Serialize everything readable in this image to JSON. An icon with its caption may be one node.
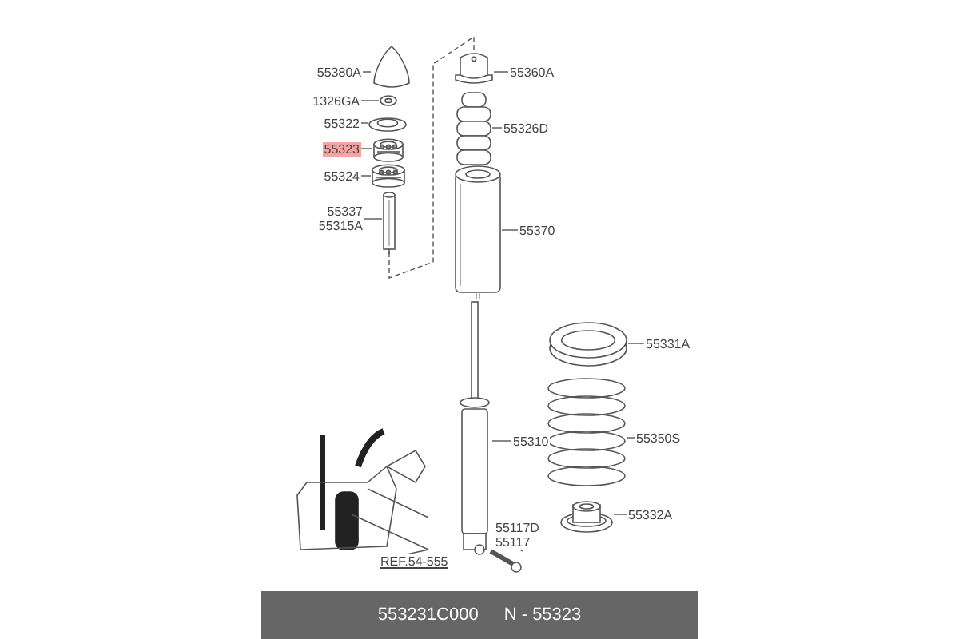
{
  "diagram": {
    "nodes": [
      {
        "text": [
          "55380A"
        ]
      },
      {
        "text": [
          "1326GA"
        ]
      },
      {
        "text": [
          "55322"
        ]
      },
      {
        "text": [
          "55323"
        ]
      },
      {
        "text": [
          "55324"
        ]
      },
      {
        "text": [
          "55337",
          "55315A"
        ]
      },
      {
        "text": [
          "55360A"
        ]
      },
      {
        "text": [
          "55326D"
        ]
      },
      {
        "text": [
          "55370"
        ]
      },
      {
        "text": [
          "55310"
        ]
      },
      {
        "text": [
          "55331A"
        ]
      },
      {
        "text": [
          "55350S"
        ]
      },
      {
        "text": [
          "55332A"
        ]
      },
      {
        "text": [
          "55117D",
          "55117"
        ]
      },
      {
        "text": [
          "REF.54-555"
        ]
      },
      {
        "text": [],
        "shape": "picture"
      },
      {
        "text": [],
        "shape": "picture"
      },
      {
        "text": [],
        "shape": "picture"
      },
      {
        "text": [],
        "shape": "picture"
      },
      {
        "text": [],
        "shape": "picture"
      },
      {
        "text": [],
        "shape": "picture"
      },
      {
        "text": [],
        "shape": "picture"
      },
      {
        "text": [],
        "shape": "picture"
      },
      {
        "text": [],
        "shape": "picture"
      },
      {
        "text": [],
        "shape": "picture"
      },
      {
        "text": [],
        "shape": "picture"
      },
      {
        "text": [],
        "shape": "picture"
      },
      {
        "text": [],
        "shape": "picture"
      },
      {
        "text": [],
        "shape": "picture"
      },
      {
        "text": [],
        "shape": "picture"
      }
    ],
    "edges": [
      {
        "from": 0,
        "to": 15,
        "arrow": "none"
      },
      {
        "from": 1,
        "to": 16,
        "arrow": "none"
      },
      {
        "from": 2,
        "to": 17,
        "arrow": "none"
      },
      {
        "from": 3,
        "to": 18,
        "arrow": "none"
      },
      {
        "from": 4,
        "to": 19,
        "arrow": "none"
      },
      {
        "from": 5,
        "to": 20,
        "arrow": "none"
      },
      {
        "from": 6,
        "to": 21,
        "arrow": "none"
      },
      {
        "from": 7,
        "to": 22,
        "arrow": "none"
      },
      {
        "from": 8,
        "to": 23,
        "arrow": "none"
      },
      {
        "from": 9,
        "to": 24,
        "arrow": "none"
      },
      {
        "from": 10,
        "to": 25,
        "arrow": "none"
      },
      {
        "from": 11,
        "to": 26,
        "arrow": "none"
      },
      {
        "from": 12,
        "to": 27,
        "arrow": "none"
      },
      {
        "from": 13,
        "to": 28,
        "arrow": "none"
      },
      {
        "from": 14,
        "to": 29,
        "arrow": "none"
      },
      {
        "from": 20,
        "to": 21,
        "arrow": "none",
        "style": "dashed"
      }
    ],
    "labels": [
      "553231C000",
      "N - 55323"
    ]
  }
}
